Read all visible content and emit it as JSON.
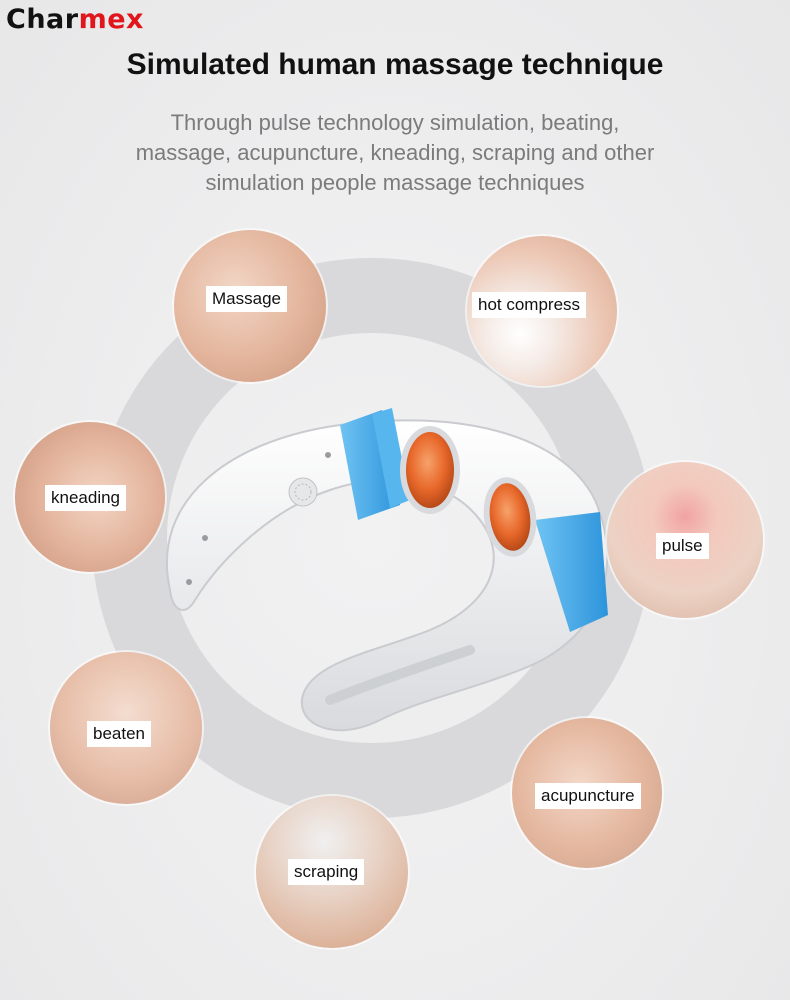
{
  "brand": {
    "part1": "Char",
    "part2": "mex",
    "accent_color": "#e0161c"
  },
  "headline": "Simulated human massage technique",
  "subtitle": [
    "Through pulse technology simulation, beating,",
    "massage, acupuncture, kneading, scraping and other",
    "simulation people massage techniques"
  ],
  "techniques": {
    "massage": "Massage",
    "hot_compress": "hot compress",
    "kneading": "kneading",
    "pulse": "pulse",
    "beaten": "beaten",
    "acupuncture": "acupuncture",
    "scraping": "scraping"
  },
  "device": {
    "accent_color": "#3ea8e8",
    "pad_color": "#e8682a"
  }
}
